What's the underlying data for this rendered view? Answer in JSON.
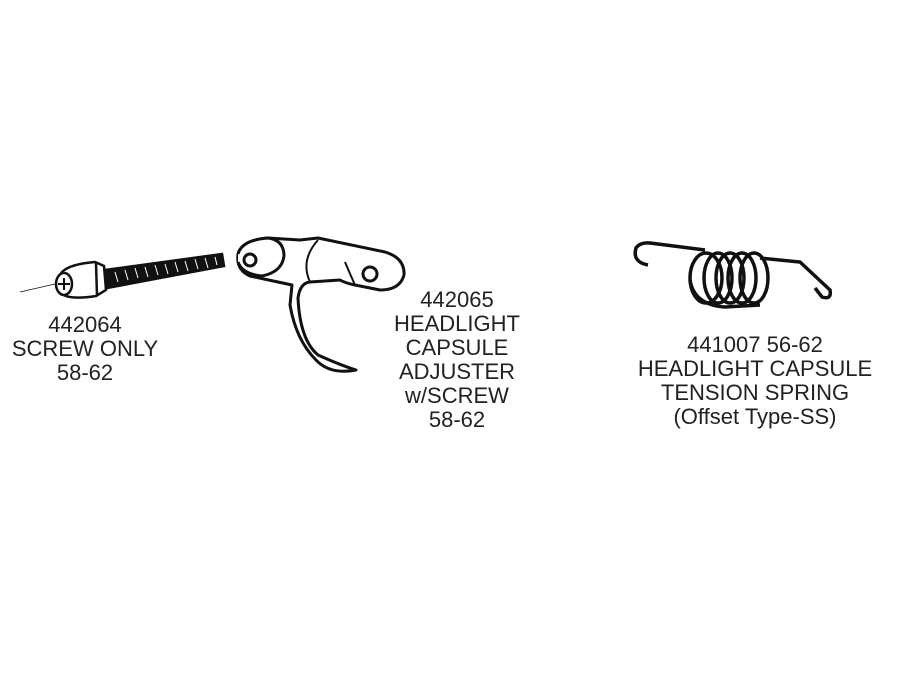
{
  "parts": [
    {
      "part_number": "442064",
      "lines": [
        "442064",
        "SCREW ONLY",
        "58-62"
      ]
    },
    {
      "part_number": "442065",
      "lines": [
        "442065",
        "HEADLIGHT",
        "CAPSULE",
        "ADJUSTER",
        "w/SCREW",
        "58-62"
      ]
    },
    {
      "part_number": "441007",
      "lines": [
        "441007  56-62",
        "HEADLIGHT CAPSULE",
        "TENSION SPRING",
        "(Offset Type-SS)"
      ]
    }
  ]
}
